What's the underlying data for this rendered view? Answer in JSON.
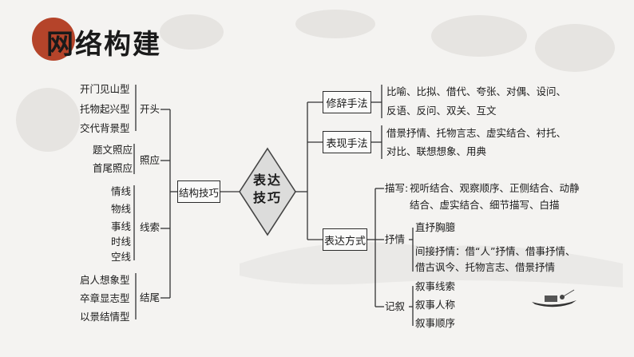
{
  "title": "网络构建",
  "center": {
    "line1": "表达",
    "line2": "技巧"
  },
  "structure": {
    "label": "结构技巧",
    "groups": [
      {
        "label": "开头",
        "items": [
          "开门见山型",
          "托物起兴型",
          "交代背景型"
        ]
      },
      {
        "label": "照应",
        "items": [
          "题文照应",
          "首尾照应"
        ]
      },
      {
        "label": "线索",
        "items": [
          "情线",
          "物线",
          "事线",
          "时线",
          "空线"
        ]
      },
      {
        "label": "结尾",
        "items": [
          "启人想象型",
          "卒章显志型",
          "以景结情型"
        ]
      }
    ]
  },
  "rhetoric": {
    "label": "修辞手法",
    "line1": "比喻、比拟、借代、夸张、对偶、设问、",
    "line2": "反语、反问、双关、互文"
  },
  "performance": {
    "label": "表现手法",
    "line1": "借景抒情、托物言志、虚实结合、衬托、",
    "line2": "对比、联想想象、用典"
  },
  "expression": {
    "label": "表达方式",
    "describe": {
      "label": "描写:",
      "line1": "视听结合、观察顺序、正侧结合、动静",
      "line2": "结合、虚实结合、细节描写、白描"
    },
    "lyric": {
      "label": "抒情",
      "direct": "直抒胸臆",
      "indirect1": "间接抒情：借“人”抒情、借事抒情、",
      "indirect2": "借古讽今、托物言志、借景抒情"
    },
    "narrate": {
      "label": "记叙",
      "items": [
        "叙事线索",
        "叙事人称",
        "叙事顺序"
      ]
    }
  }
}
